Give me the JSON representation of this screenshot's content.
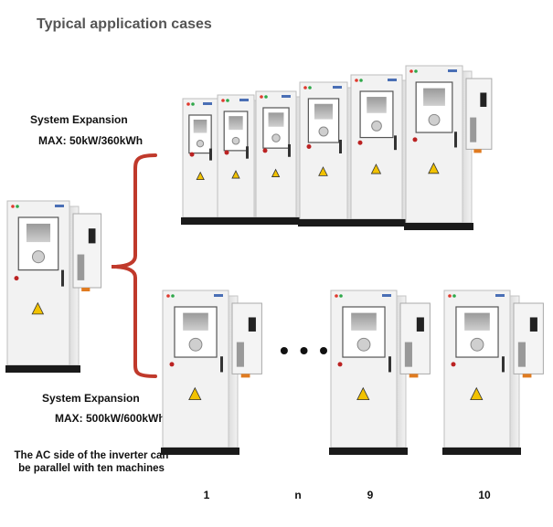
{
  "page": {
    "title": "Typical application cases"
  },
  "upper_group": {
    "label": "System Expansion",
    "max": "MAX:  50kW/360kWh"
  },
  "lower_group": {
    "label": "System Expansion",
    "max": "MAX:  500kW/600kWh",
    "note_line1": "The AC side of the inverter can",
    "note_line2": "be parallel with ten machines",
    "unit_labels": [
      "1",
      "n",
      "9",
      "10"
    ],
    "ellipsis": "• • •"
  },
  "colors": {
    "bracket": "#c0392b",
    "cabinet": "#f2f2f2",
    "base": "#1a1a1a",
    "warning": "#f2c200"
  }
}
